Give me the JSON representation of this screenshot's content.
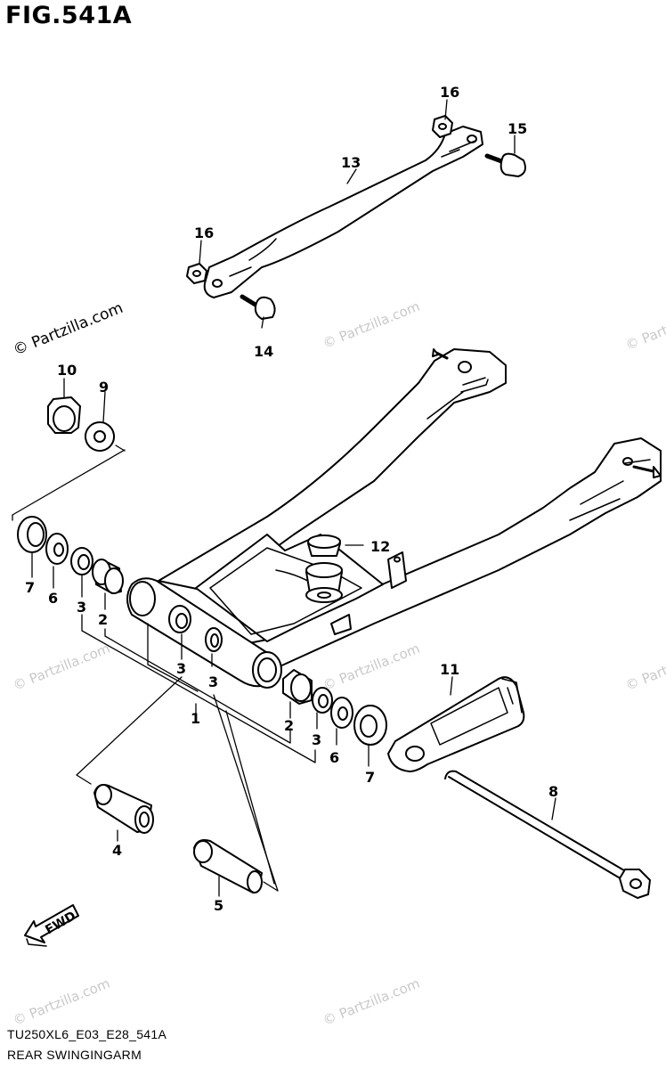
{
  "figure_title": "FIG.541A",
  "footer": {
    "code": "TU250XL6_E03_E28_541A",
    "name": "REAR SWINGINGARM"
  },
  "watermark_main": "© Partzilla.com",
  "watermark_faint": "© Partzilla.com",
  "fwd_label": "FWD",
  "callouts": [
    {
      "id": "c16a",
      "label": "16"
    },
    {
      "id": "c15",
      "label": "15"
    },
    {
      "id": "c13",
      "label": "13"
    },
    {
      "id": "c16b",
      "label": "16"
    },
    {
      "id": "c14",
      "label": "14"
    },
    {
      "id": "c10",
      "label": "10"
    },
    {
      "id": "c9",
      "label": "9"
    },
    {
      "id": "c12",
      "label": "12"
    },
    {
      "id": "c7a",
      "label": "7"
    },
    {
      "id": "c6a",
      "label": "6"
    },
    {
      "id": "c3a",
      "label": "3"
    },
    {
      "id": "c2a",
      "label": "2"
    },
    {
      "id": "c3b",
      "label": "3"
    },
    {
      "id": "c3c",
      "label": "3"
    },
    {
      "id": "c1",
      "label": "1"
    },
    {
      "id": "c11",
      "label": "11"
    },
    {
      "id": "c2b",
      "label": "2"
    },
    {
      "id": "c3d",
      "label": "3"
    },
    {
      "id": "c6b",
      "label": "6"
    },
    {
      "id": "c7b",
      "label": "7"
    },
    {
      "id": "c8",
      "label": "8"
    },
    {
      "id": "c4",
      "label": "4"
    },
    {
      "id": "c5",
      "label": "5"
    }
  ]
}
